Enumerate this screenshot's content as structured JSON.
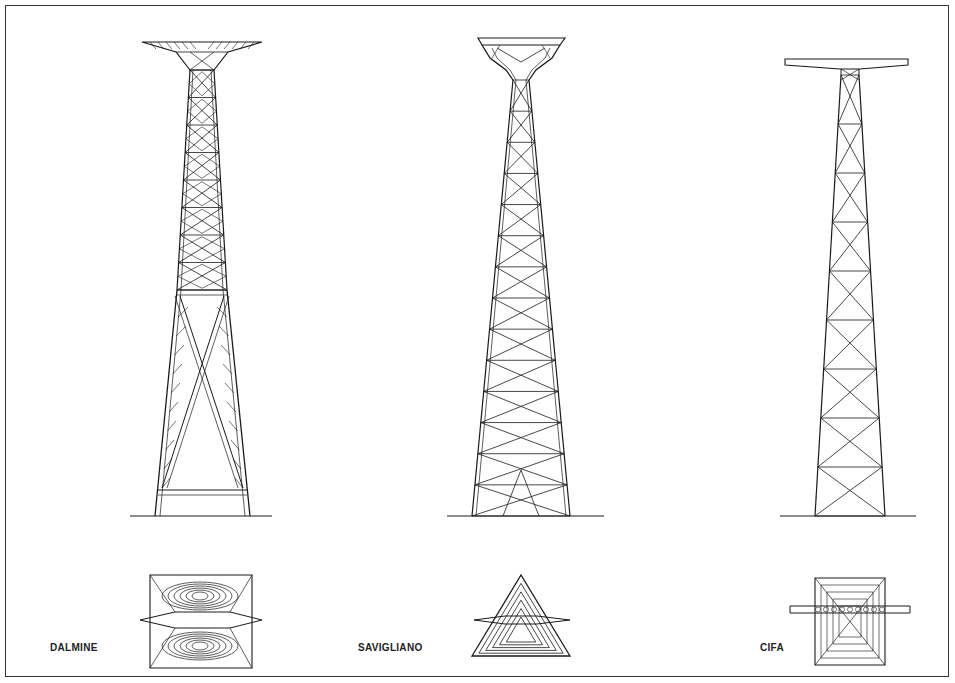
{
  "diagram": {
    "labels": [
      "DALMINE",
      "SAVIGLIANO",
      "CIFA"
    ]
  }
}
